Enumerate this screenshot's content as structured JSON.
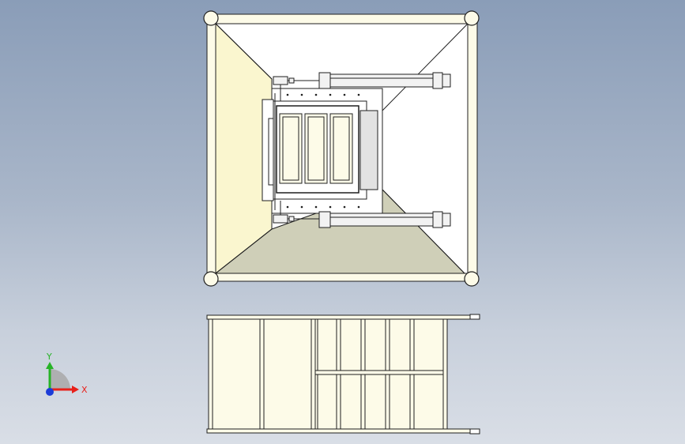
{
  "app": {
    "view": "cad-graphics-area"
  },
  "colors": {
    "background_top": "#8a9db8",
    "background_bottom": "#d9dee6",
    "panel_fill": "#fdfbe8",
    "panel_fill_shaded": "#faf6cf",
    "panel_fill_dark": "#cfcfb8",
    "edge": "#1f1f1f",
    "cylinder_fill": "#f2f2f2",
    "axis_x": "#e8201a",
    "axis_y": "#27b327",
    "axis_z": "#1c3cd8",
    "triad_arc": "#a8a8a8"
  },
  "triad": {
    "x_label": "X",
    "y_label": "Y"
  },
  "icons": {
    "corner_post": "circle-post-icon",
    "triad": "coordinate-triad-icon"
  }
}
